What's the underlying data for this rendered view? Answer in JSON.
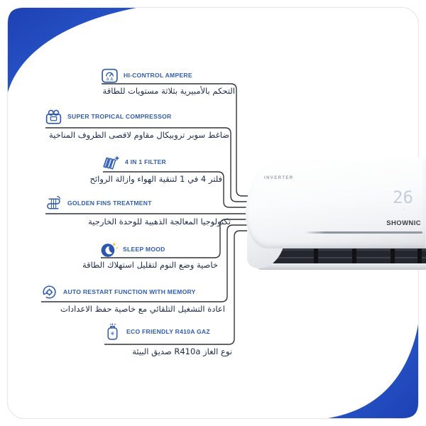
{
  "colors": {
    "accent_blue": "#2e5cb0",
    "frame_blue_dark": "#1d41b4",
    "frame_blue_light": "#2f64d6",
    "arabic_text": "#1d2b49",
    "connector_line": "#32343b"
  },
  "features": [
    {
      "icon": "ampere-meter-icon",
      "title": "HI-CONTROL AMPERE",
      "arabic": "التحكم بالأمبيرية بثلاثة مستويات للطاقة"
    },
    {
      "icon": "compressor-icon",
      "title": "SUPER TROPICAL COMPRESSOR",
      "arabic": "ضاغط سوبر تروبيكال مقاوم لاقصى الظروف المناخية"
    },
    {
      "icon": "air-filter-icon",
      "title": "4 IN 1 FILTER",
      "arabic": "فلتر 4 في 1 لتنقية الهواء وازالة الروائح"
    },
    {
      "icon": "golden-fins-icon",
      "title": "GOLDEN FINS TREATMENT",
      "arabic": "تكنولوجيا المعالجة الذهبية للوحدة الخارجية"
    },
    {
      "icon": "sleep-moon-icon",
      "title": "SLEEP MOOD",
      "arabic": "خاصية وضع النوم لتقليل استهلاك الطاقة"
    },
    {
      "icon": "auto-restart-icon",
      "title": "AUTO RESTART FUNCTION WITH MEMORY",
      "arabic": "اعادة التشغيل التلقائي مع خاصية حفظ الاعدادات"
    },
    {
      "icon": "gas-cylinder-icon",
      "title": "ECO FRIENDLY R410A GAZ",
      "arabic": "نوع الغاز R410a صديق البيئة"
    }
  ],
  "ac_unit": {
    "badge": "INVERTER",
    "display_temp": "26",
    "display_unit": "°",
    "brand": "SHOWNIC"
  }
}
